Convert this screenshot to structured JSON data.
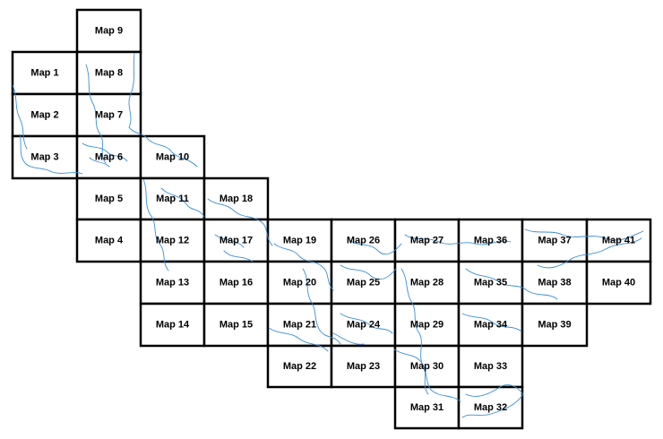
{
  "map_index": {
    "colors": {
      "grid": "#000000",
      "water": "#3b8fd6",
      "background": "#ffffff"
    },
    "tiles": [
      {
        "id": 9,
        "label": "Map 9"
      },
      {
        "id": 1,
        "label": "Map 1"
      },
      {
        "id": 8,
        "label": "Map 8"
      },
      {
        "id": 2,
        "label": "Map 2"
      },
      {
        "id": 7,
        "label": "Map 7"
      },
      {
        "id": 3,
        "label": "Map 3"
      },
      {
        "id": 6,
        "label": "Map 6"
      },
      {
        "id": 10,
        "label": "Map 10"
      },
      {
        "id": 5,
        "label": "Map 5"
      },
      {
        "id": 11,
        "label": "Map 11"
      },
      {
        "id": 18,
        "label": "Map 18"
      },
      {
        "id": 4,
        "label": "Map 4"
      },
      {
        "id": 12,
        "label": "Map 12"
      },
      {
        "id": 17,
        "label": "Map 17"
      },
      {
        "id": 19,
        "label": "Map 19"
      },
      {
        "id": 26,
        "label": "Map 26"
      },
      {
        "id": 27,
        "label": "Map 27"
      },
      {
        "id": 36,
        "label": "Map 36"
      },
      {
        "id": 37,
        "label": "Map 37"
      },
      {
        "id": 41,
        "label": "Map 41"
      },
      {
        "id": 13,
        "label": "Map 13"
      },
      {
        "id": 16,
        "label": "Map 16"
      },
      {
        "id": 20,
        "label": "Map 20"
      },
      {
        "id": 25,
        "label": "Map 25"
      },
      {
        "id": 28,
        "label": "Map 28"
      },
      {
        "id": 35,
        "label": "Map 35"
      },
      {
        "id": 38,
        "label": "Map 38"
      },
      {
        "id": 40,
        "label": "Map 40"
      },
      {
        "id": 14,
        "label": "Map 14"
      },
      {
        "id": 15,
        "label": "Map 15"
      },
      {
        "id": 21,
        "label": "Map 21"
      },
      {
        "id": 24,
        "label": "Map 24"
      },
      {
        "id": 29,
        "label": "Map 29"
      },
      {
        "id": 34,
        "label": "Map 34"
      },
      {
        "id": 39,
        "label": "Map 39"
      },
      {
        "id": 22,
        "label": "Map 22"
      },
      {
        "id": 23,
        "label": "Map 23"
      },
      {
        "id": 30,
        "label": "Map 30"
      },
      {
        "id": 33,
        "label": "Map 33"
      },
      {
        "id": 31,
        "label": "Map 31"
      },
      {
        "id": 32,
        "label": "Map 32"
      }
    ]
  }
}
